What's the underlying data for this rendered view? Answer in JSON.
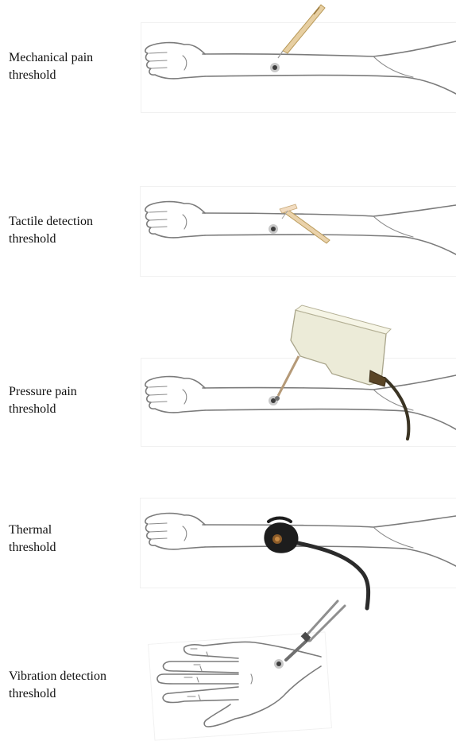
{
  "rows": [
    {
      "id": "mechanical",
      "label_line1": "Mechanical pain",
      "label_line2": "threshold",
      "device_icon": "pinprick-stimulator-icon"
    },
    {
      "id": "tactile",
      "label_line1": "Tactile detection",
      "label_line2": "threshold",
      "device_icon": "von-frey-filament-icon"
    },
    {
      "id": "pressure",
      "label_line1": "Pressure pain",
      "label_line2": "threshold",
      "device_icon": "pressure-algometer-icon"
    },
    {
      "id": "thermal",
      "label_line1": "Thermal",
      "label_line2": "threshold",
      "device_icon": "thermode-icon"
    },
    {
      "id": "vibration",
      "label_line1": "Vibration detection",
      "label_line2": "threshold",
      "device_icon": "tuning-fork-icon"
    }
  ],
  "colors": {
    "outline": "#7b7b7b",
    "marker": "#3d3d3d",
    "wood": "#e7cfa2",
    "algometer": "#ecebd8",
    "cable": "#3b3424"
  }
}
